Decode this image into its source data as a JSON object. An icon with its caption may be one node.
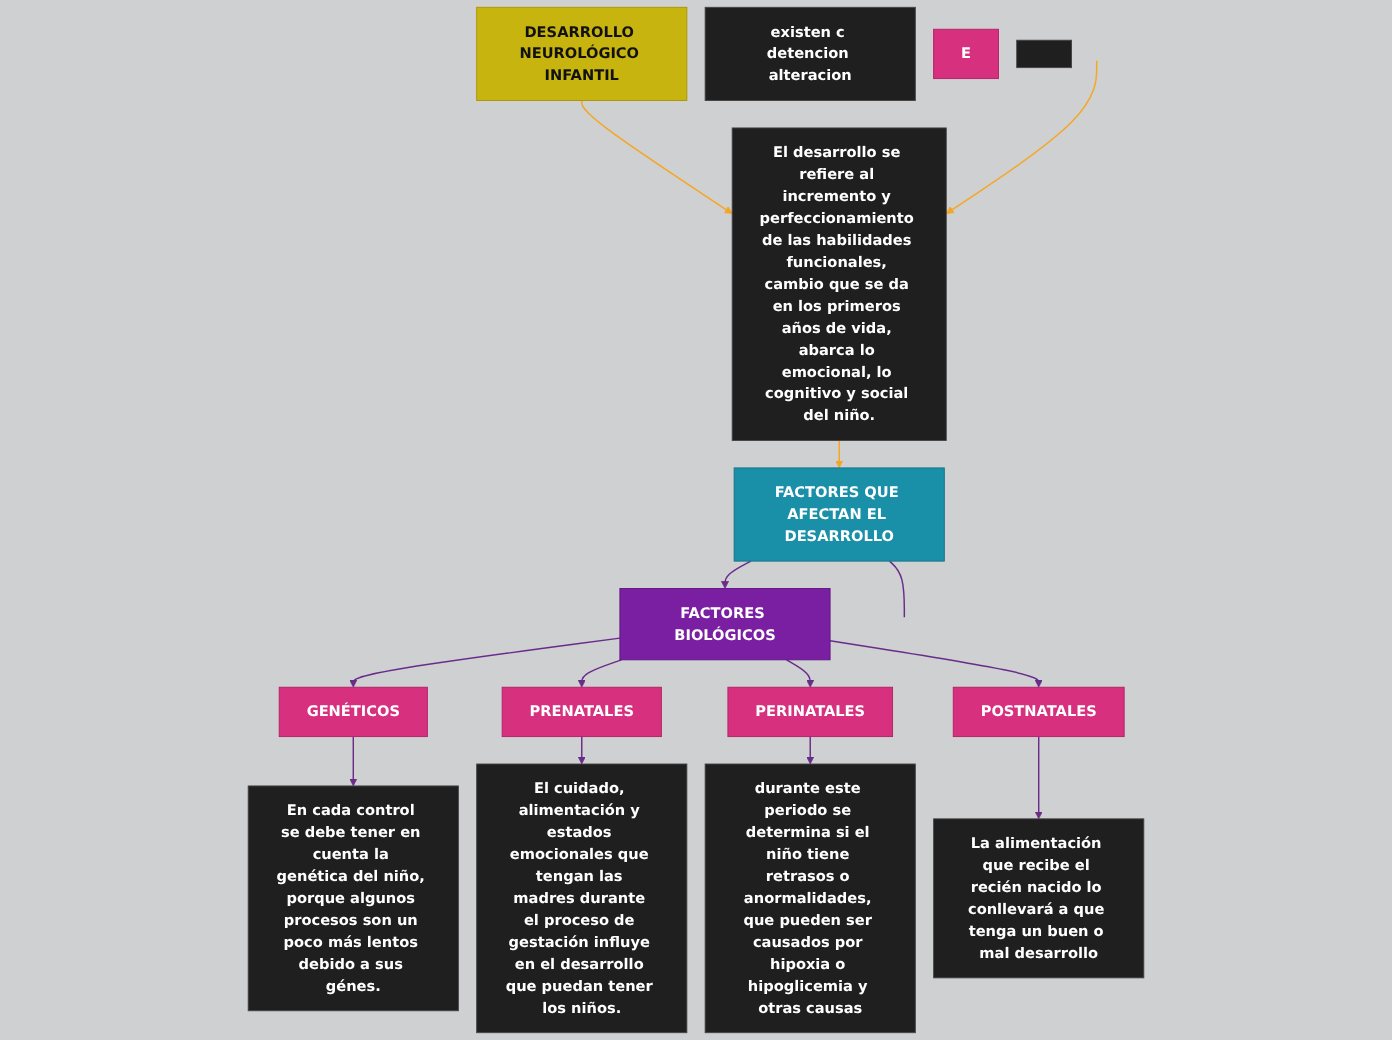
{
  "diagram": {
    "nodes": [
      {
        "text": [
          "DESARROLLO NEUROLÓGICO INFANTIL"
        ]
      },
      {
        "text": [
          "El desarrollo se refiere al incremento y perfeccionamiento de las habilidades funcionales, cambio que se da en los primeros años de vida, abarca lo emocional, lo cognitivo y social del niño."
        ]
      },
      {
        "text": [
          "FACTORES QUE AFECTAN EL DESARROLLO"
        ]
      },
      {
        "text": [
          "existen c detencion alteracion"
        ]
      },
      {
        "text": [
          "FACTORES BIOLÓGICOS"
        ]
      },
      {
        "text": [
          "GENÉTICOS"
        ]
      },
      {
        "text": [
          "PRENATALES"
        ]
      },
      {
        "text": [
          "PERINATALES"
        ]
      },
      {
        "text": [
          "POSTNATALES"
        ]
      },
      {
        "text": [
          "E"
        ]
      },
      {
        "text": [
          "En cada control se debe tener en cuenta la genética del niño, porque algunos procesos son un poco más lentos debido a sus génes."
        ]
      },
      {
        "text": [
          "El cuidado, alimentación y estados emocionales que tengan las madres durante el proceso de gestación influye en el desarrollo que puedan tener los niños."
        ]
      },
      {
        "text": [
          "durante este periodo se determina si el niño tiene retrasos o anormalidades, que pueden ser causados por hipoxia o hipoglicemia y otras causas"
        ]
      },
      {
        "text": [
          "La alimentación que recibe el recién nacido lo conllevará a que tenga un buen o mal desarrollo"
        ]
      },
      {
        "text": [],
        "shape": "box"
      }
    ],
    "edges": [
      {
        "from": 0,
        "to": 1,
        "arrow": "to",
        "color": "#f5a623"
      },
      {
        "from": 1,
        "to": 2,
        "arrow": "to",
        "color": "#f5a623"
      },
      {
        "from": null,
        "to": 1,
        "arrow": "to",
        "color": "#f5a623"
      },
      {
        "from": 2,
        "to": 4,
        "arrow": "to"
      },
      {
        "from": 2,
        "to": null,
        "arrow": "none"
      },
      {
        "from": 4,
        "to": 5,
        "arrow": "to"
      },
      {
        "from": 4,
        "to": 6,
        "arrow": "to"
      },
      {
        "from": 4,
        "to": 7,
        "arrow": "to"
      },
      {
        "from": 4,
        "to": 8,
        "arrow": "to"
      },
      {
        "from": 5,
        "to": 10,
        "arrow": "to"
      },
      {
        "from": 6,
        "to": 11,
        "arrow": "to"
      },
      {
        "from": 7,
        "to": 12,
        "arrow": "to"
      },
      {
        "from": 8,
        "to": 13,
        "arrow": "to"
      }
    ]
  }
}
